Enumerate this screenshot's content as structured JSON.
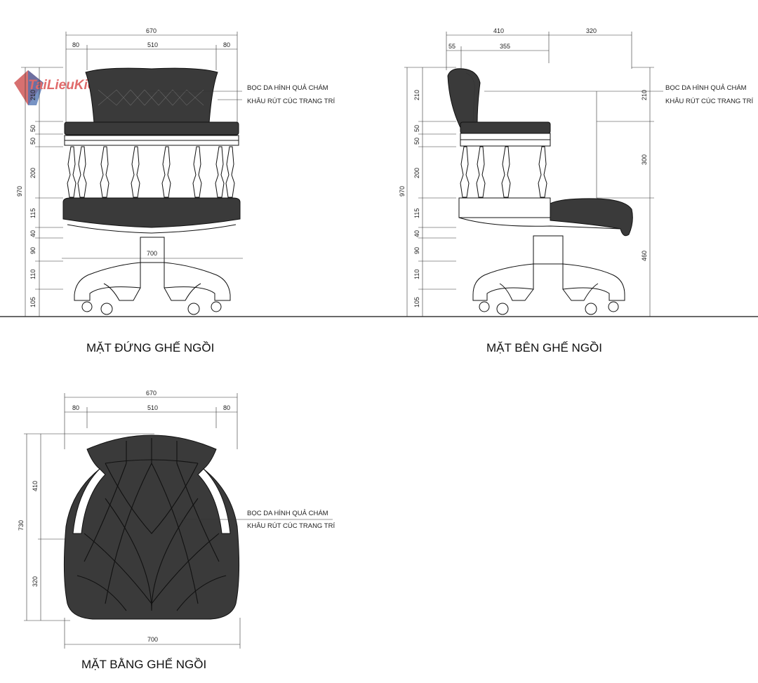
{
  "watermark": {
    "text": "TaiLieuKienTruc.Net"
  },
  "colors": {
    "fabric": "#3a3a3a",
    "line": "#111111",
    "background": "#ffffff"
  },
  "front": {
    "title": "MẶT ĐỨNG GHẾ NGỒI",
    "top_dims": [
      "670",
      "80",
      "510",
      "80"
    ],
    "left_dims": [
      "210",
      "50",
      "50",
      "200",
      "115",
      "40",
      "90",
      "110",
      "105"
    ],
    "total_height": "970",
    "base_width": "700",
    "notes": [
      "BỌC DA HÌNH QUẢ CHÁM",
      "KHÂU RÚT CÚC TRANG TRÍ"
    ]
  },
  "side": {
    "title": "MẶT BÊN GHẾ NGỒI",
    "top_dims": [
      "410",
      "320",
      "55",
      "355"
    ],
    "left_dims": [
      "210",
      "50",
      "50",
      "200",
      "115",
      "40",
      "90",
      "110",
      "105"
    ],
    "total_height": "970",
    "right_dims": [
      "210",
      "300",
      "460"
    ],
    "notes": [
      "BỌC DA HÌNH QUẢ CHÁM",
      "KHÂU RÚT CÚC TRANG TRÍ"
    ]
  },
  "plan": {
    "title": "MẶT BẰNG GHẾ NGỒI",
    "top_dims": [
      "670",
      "80",
      "510",
      "80"
    ],
    "left_dims": [
      "410",
      "320"
    ],
    "total_depth": "730",
    "bottom_dim": "700",
    "notes": [
      "BỌC DA HÌNH QUẢ CHÁM",
      "KHÂU RÚT CÚC TRANG TRÍ"
    ]
  }
}
